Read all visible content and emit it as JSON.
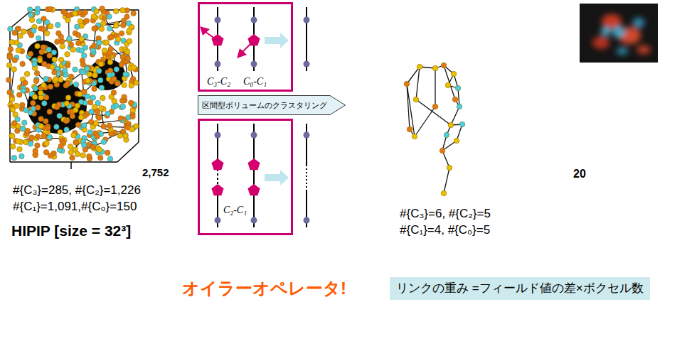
{
  "diagram": {
    "nodes": [
      {
        "text": [
          "C₃-C₂",
          "C₀-C₁"
        ]
      },
      {
        "text": [
          "区間型ボリュームのクラスタリング"
        ]
      },
      {
        "text": [
          "C₂-C₁"
        ]
      },
      {
        "text": [
          "リンクの重み =フィールド値の差×ボクセル数"
        ]
      }
    ],
    "labels": [
      "2,752",
      "#{C₃}=285, #{C₂}=1,226",
      "#{C₁}=1,091,#{C₀}=150",
      "HIPIP [size = 32³]",
      "20",
      "#{C₃}=6, #{C₂}=5",
      "#{C₁}=4, #{C₀}=5",
      "オイラーオペレータ!"
    ]
  }
}
